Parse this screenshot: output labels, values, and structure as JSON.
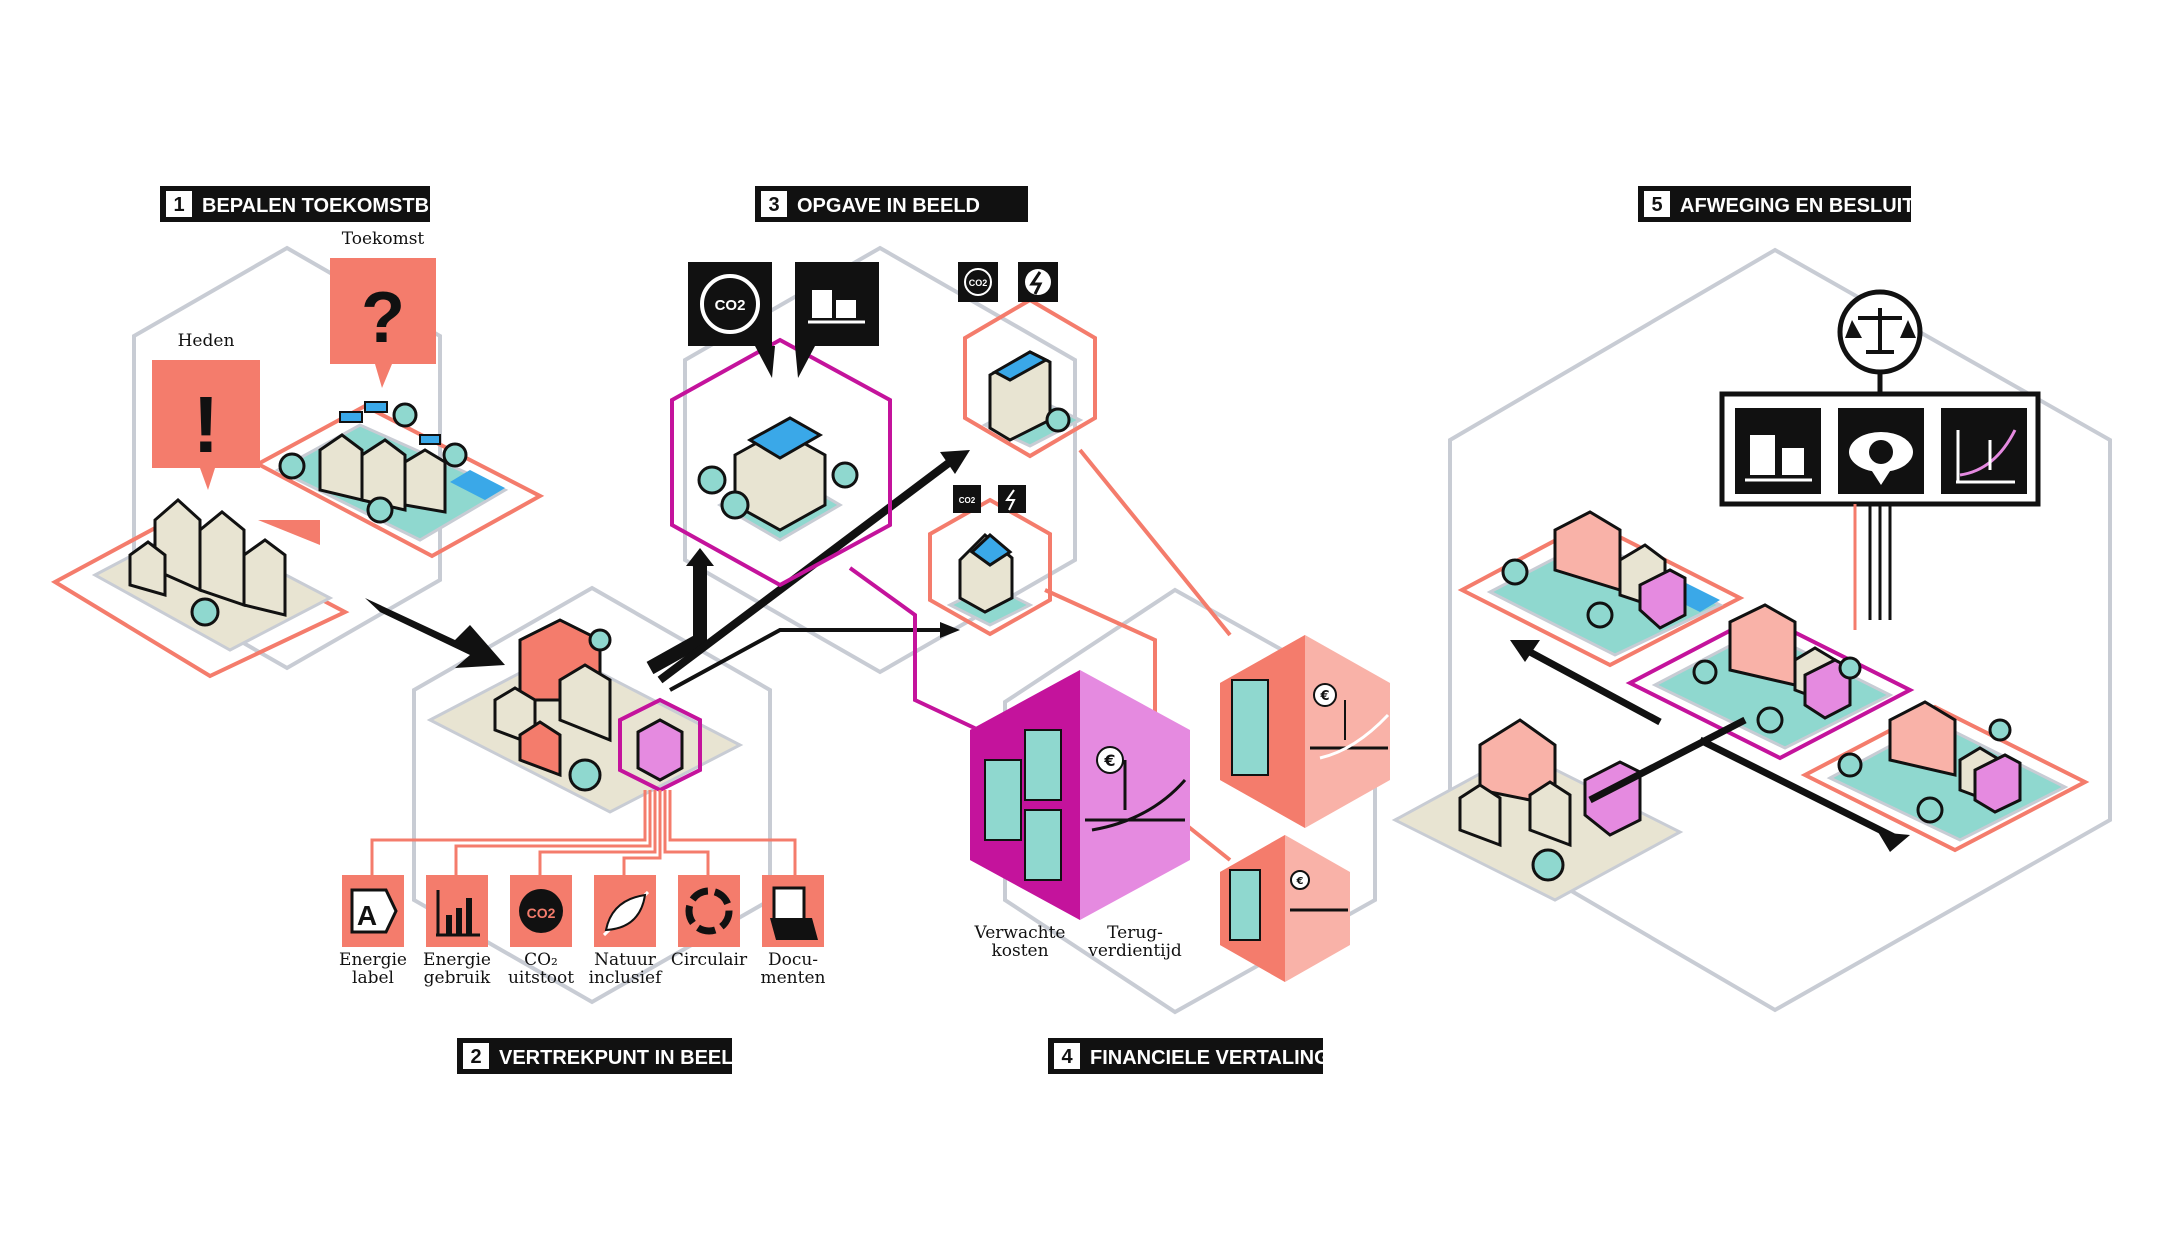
{
  "steps": [
    {
      "number": "1",
      "title": "BEPALEN TOEKOMSTBEELD"
    },
    {
      "number": "2",
      "title": "VERTREKPUNT IN BEELD"
    },
    {
      "number": "3",
      "title": "OPGAVE IN BEELD"
    },
    {
      "number": "4",
      "title": "FINANCIELE VERTALING"
    },
    {
      "number": "5",
      "title": "AFWEGING EN BESLUIT"
    }
  ],
  "step1": {
    "present_label": "Heden",
    "future_label": "Toekomst",
    "present_symbol": "!",
    "future_symbol": "?"
  },
  "step2_icons": [
    {
      "icon": "energy-label-icon",
      "glyph": "A",
      "line1": "Energie",
      "line2": "label"
    },
    {
      "icon": "energy-usage-icon",
      "glyph": "",
      "line1": "Energie",
      "line2": "gebruik"
    },
    {
      "icon": "co2-emission-icon",
      "glyph": "CO2",
      "line1": "CO₂",
      "line2": "uitstoot"
    },
    {
      "icon": "nature-inclusive-icon",
      "glyph": "",
      "line1": "Natuur",
      "line2": "inclusief"
    },
    {
      "icon": "circular-icon",
      "glyph": "",
      "line1": "Circulair",
      "line2": ""
    },
    {
      "icon": "documents-icon",
      "glyph": "",
      "line1": "Docu-",
      "line2": "menten"
    }
  ],
  "step3": {
    "co2_glyph": "CO2"
  },
  "step4": {
    "expected_costs_1": "Verwachte",
    "expected_costs_2": "kosten",
    "payback_1": "Terug-",
    "payback_2": "verdientijd",
    "euro": "€"
  },
  "colors": {
    "coral": "#f47c6c",
    "magenta": "#c4139c",
    "pink": "#e58ae0",
    "grey": "#c8ccd4",
    "teal": "#8fd8cf",
    "beige": "#e8e4d2",
    "blue": "#3aa8e8",
    "black": "#111111"
  }
}
